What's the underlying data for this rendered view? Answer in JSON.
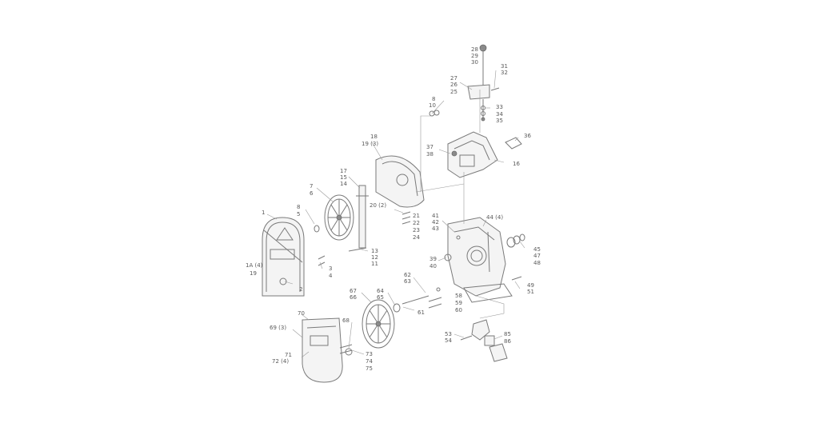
{
  "diagram": {
    "labels": [
      "1",
      "1A (4)",
      "19",
      "2",
      "3",
      "4",
      "5",
      "8",
      "6",
      "7",
      "14",
      "15",
      "17",
      "20 (2)",
      "21",
      "22",
      "23",
      "24",
      "13",
      "12",
      "11",
      "18",
      "19 (3)",
      "8",
      "10",
      "25",
      "26",
      "27",
      "28",
      "29",
      "30",
      "31",
      "32",
      "33",
      "34",
      "35",
      "36",
      "16",
      "37",
      "38",
      "41",
      "42",
      "43",
      "44 (4)",
      "45",
      "47",
      "48",
      "39",
      "40",
      "49",
      "51",
      "62",
      "63",
      "58",
      "59",
      "60",
      "61",
      "64",
      "65",
      "67",
      "66",
      "68",
      "53",
      "54",
      "85",
      "86",
      "70",
      "69 (3)",
      "71",
      "72 (4)",
      "73",
      "74",
      "75"
    ]
  }
}
